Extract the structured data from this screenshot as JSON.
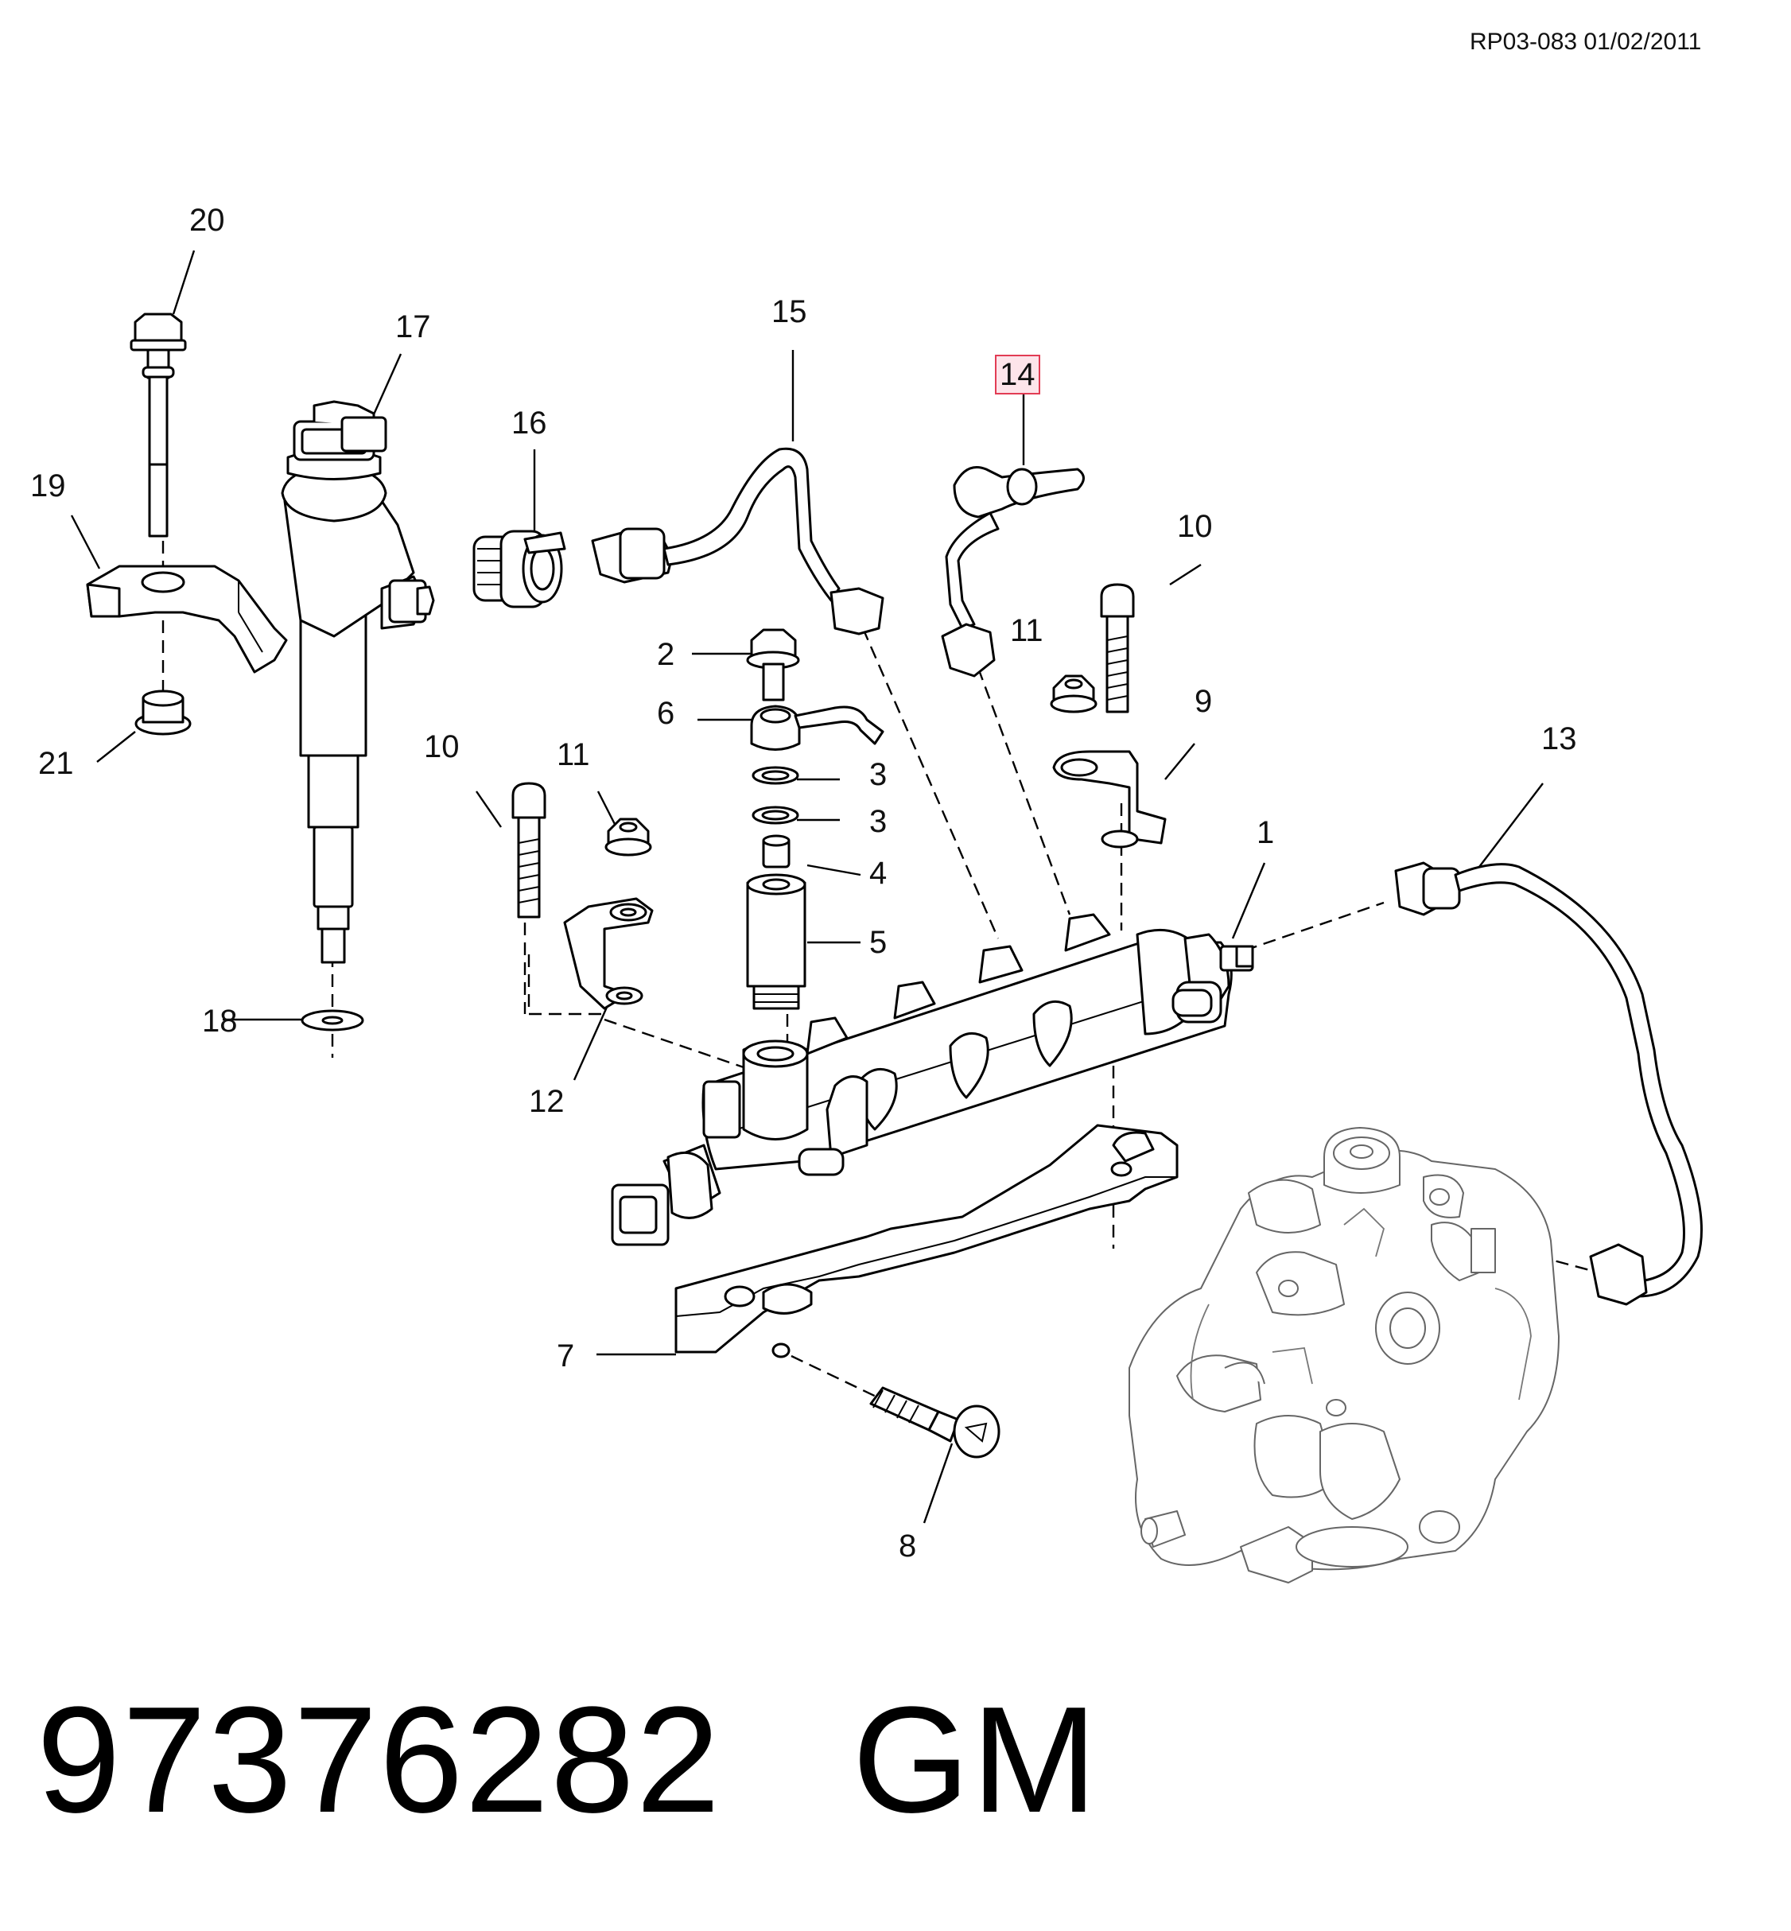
{
  "header": {
    "reference": "RP03-083 01/02/2011"
  },
  "diagram": {
    "callouts": [
      {
        "id": "1",
        "label": "1"
      },
      {
        "id": "2",
        "label": "2"
      },
      {
        "id": "3a",
        "label": "3"
      },
      {
        "id": "3b",
        "label": "3"
      },
      {
        "id": "4",
        "label": "4"
      },
      {
        "id": "5",
        "label": "5"
      },
      {
        "id": "6",
        "label": "6"
      },
      {
        "id": "7",
        "label": "7"
      },
      {
        "id": "8",
        "label": "8"
      },
      {
        "id": "9",
        "label": "9"
      },
      {
        "id": "10a",
        "label": "10"
      },
      {
        "id": "10b",
        "label": "10"
      },
      {
        "id": "11a",
        "label": "11"
      },
      {
        "id": "11b",
        "label": "11"
      },
      {
        "id": "12",
        "label": "12"
      },
      {
        "id": "13",
        "label": "13"
      },
      {
        "id": "14",
        "label": "14",
        "highlighted": true
      },
      {
        "id": "15",
        "label": "15"
      },
      {
        "id": "16",
        "label": "16"
      },
      {
        "id": "17",
        "label": "17"
      },
      {
        "id": "18",
        "label": "18"
      },
      {
        "id": "19",
        "label": "19"
      },
      {
        "id": "20",
        "label": "20"
      },
      {
        "id": "21",
        "label": "21"
      }
    ],
    "highlight_color": "#e23c54"
  },
  "footer": {
    "part_number": "97376282",
    "brand": "GM"
  }
}
